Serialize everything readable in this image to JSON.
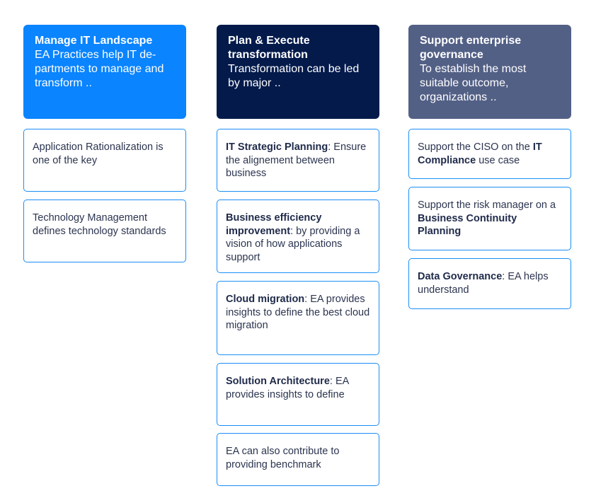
{
  "colors": {
    "header_1": "#0a84ff",
    "header_2": "#031a4b",
    "header_3": "#536086",
    "card_border": "#1b8ef5"
  },
  "columns": [
    {
      "title": "Manage IT Landscape",
      "desc": "EA Practices help IT de-partments to manage and transform ..",
      "cards": [
        {
          "bold": "",
          "text": "Application Rationalization is one of the key",
          "bold2": "",
          "text2": ""
        },
        {
          "bold": "",
          "text": "Technology Management defines technology standards",
          "bold2": "",
          "text2": ""
        }
      ]
    },
    {
      "title": "Plan & Execute transformation",
      "desc": "Transformation can be led by major ..",
      "cards": [
        {
          "bold": "IT Strategic Planning",
          "text": ": Ensure the alignement between business",
          "bold2": "",
          "text2": ""
        },
        {
          "bold": "Business efficiency improvement",
          "text": ": by providing a vision of how applications support",
          "bold2": "",
          "text2": ""
        },
        {
          "bold": "Cloud migration",
          "text": ": EA provides insights to define the best cloud migration",
          "bold2": "",
          "text2": ""
        },
        {
          "bold": "Solution Architecture",
          "text": ": EA provides insights to define",
          "bold2": "",
          "text2": ""
        },
        {
          "bold": "",
          "text": "EA can also contribute to providing benchmark",
          "bold2": "",
          "text2": ""
        }
      ]
    },
    {
      "title": "Support enterprise governance",
      "desc": "To establish the most suitable outcome, organizations ..",
      "cards": [
        {
          "bold": "",
          "text": "Support the CISO on the ",
          "bold2": "IT Compliance",
          "text2": " use case"
        },
        {
          "bold": "",
          "text": "Support the risk manager on a ",
          "bold2": "Business Continuity Planning",
          "text2": ""
        },
        {
          "bold": "Data Governance",
          "text": ": EA helps understand",
          "bold2": "",
          "text2": ""
        }
      ]
    }
  ]
}
